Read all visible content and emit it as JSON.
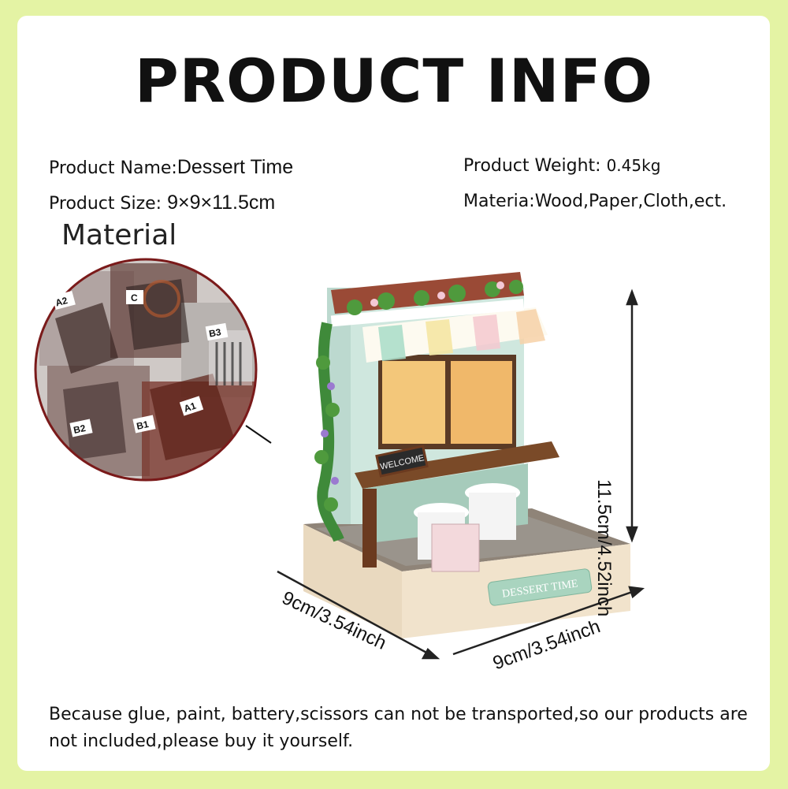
{
  "title": "PRODUCT INFO",
  "specs": {
    "name_label": "Product Name:",
    "name_value": "Dessert Time",
    "size_label": "Product Size: ",
    "size_value": "9×9×11.5cm",
    "weight_label": "Product Weight: ",
    "weight_value": "0.45kg",
    "material_label": "Materia:",
    "material_value": "Wood,Paper,Cloth,ect."
  },
  "material_heading": "Material",
  "bag_labels": [
    "A2",
    "C",
    "B3",
    "B2",
    "B1",
    "A1"
  ],
  "product": {
    "sign_welcome": "WELCOME",
    "sign_shop": "DESSERT TIME"
  },
  "dimensions": {
    "height": "11.5cm/4.52inch",
    "depth": "9cm/3.54inch",
    "width": "9cm/3.54inch"
  },
  "note": "Because glue, paint, battery,scissors can not be transported,so our products are not included,please buy it yourself.",
  "colors": {
    "background": "#e4f3a4",
    "card": "#ffffff",
    "photo_ring": "#7a1a1a"
  }
}
